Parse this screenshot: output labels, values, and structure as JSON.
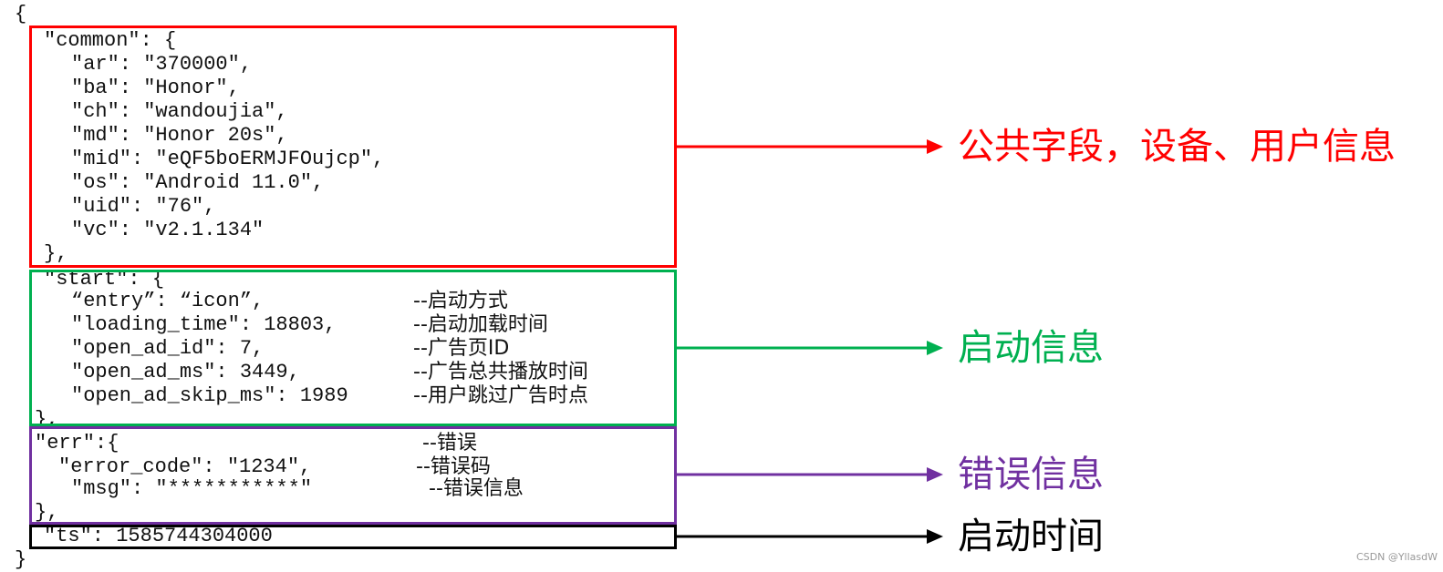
{
  "code": {
    "open_brace": "{",
    "common": {
      "header": "\"common\": {",
      "lines": [
        "\"ar\": \"370000\",",
        "\"ba\": \"Honor\",",
        "\"ch\": \"wandoujia\",",
        "\"md\": \"Honor 20s\",",
        "\"mid\": \"eQF5boERMJFOujcp\",",
        "\"os\": \"Android 11.0\",",
        "\"uid\": \"76\",",
        "\"vc\": \"v2.1.134\""
      ],
      "close": "},"
    },
    "start": {
      "header": "\"start\": {",
      "lines": [
        {
          "code": "“entry”: “icon”,",
          "comment": "--启动方式"
        },
        {
          "code": "\"loading_time\": 18803,",
          "comment": "--启动加载时间"
        },
        {
          "code": "\"open_ad_id\": 7,",
          "comment": "--广告页ID"
        },
        {
          "code": "\"open_ad_ms\": 3449,",
          "comment": "--广告总共播放时间"
        },
        {
          "code": "\"open_ad_skip_ms\": 1989",
          "comment": "--用户跳过广告时点"
        }
      ],
      "close": "},"
    },
    "err": {
      "header": "\"err\":{",
      "header_comment": "--错误",
      "lines": [
        {
          "code": "\"error_code\": \"1234\",",
          "comment": "--错误码"
        },
        {
          "code": "\"msg\": \"***********\"",
          "comment": "--错误信息"
        }
      ],
      "close": "},"
    },
    "ts": "\"ts\": 1585744304000",
    "close_brace": "}"
  },
  "labels": {
    "common": "公共字段，设备、用户信息",
    "start": "启动信息",
    "err": "错误信息",
    "ts": "启动时间"
  },
  "colors": {
    "common": "#ff0000",
    "start": "#00b050",
    "err": "#7030a0",
    "ts": "#000000"
  },
  "watermark": "CSDN @YllasdW"
}
